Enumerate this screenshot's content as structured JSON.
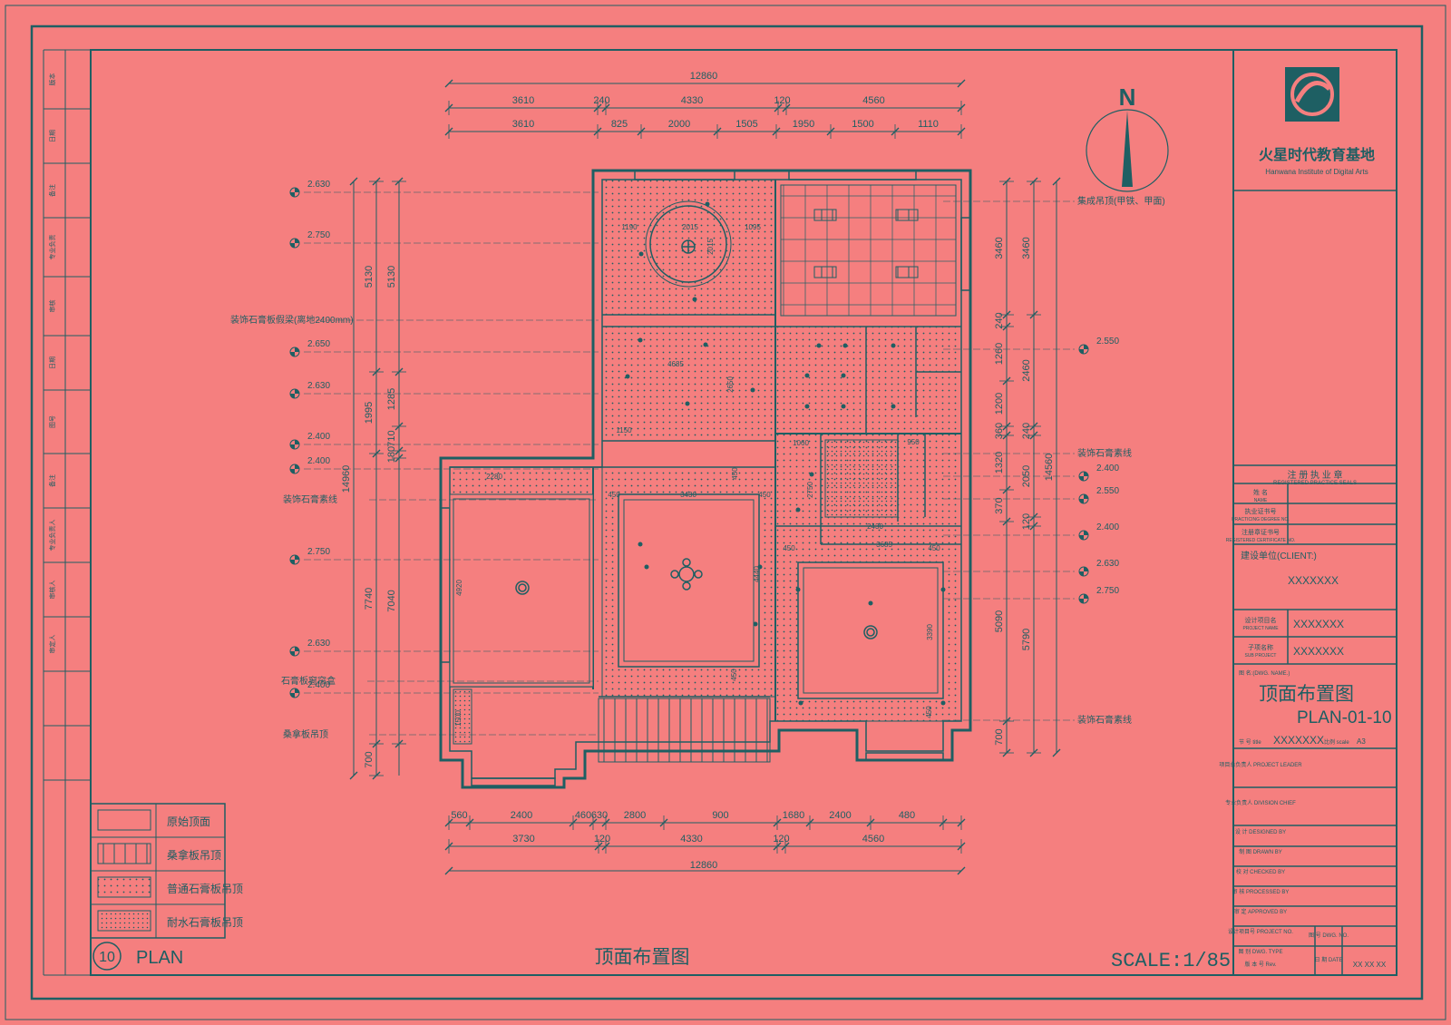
{
  "colors": {
    "background": "#f57f7f",
    "line": "#1e5f63"
  },
  "icons": {
    "north_arrow": "north-arrow-icon",
    "logo": "studio-logo-icon"
  },
  "north_label": "N",
  "dims_top": {
    "overall": "12860",
    "row1": [
      "3610",
      "240",
      "4330",
      "120",
      "4560"
    ],
    "row2": [
      "3610",
      "825",
      "2000",
      "1505",
      "1950",
      "1500",
      "1110"
    ]
  },
  "dims_bottom": {
    "overall": "12860",
    "row1": [
      "560",
      "2400",
      "460",
      "630",
      "2800",
      "900",
      "1680",
      "2400",
      "480"
    ],
    "row2": [
      "3730",
      "120",
      "4330",
      "120",
      "4560"
    ]
  },
  "dims_left": {
    "overall": "14960",
    "col_a": [
      "5130",
      "1995",
      "7740",
      "700"
    ],
    "col_b": [
      "5130",
      "1285",
      "710",
      "180",
      "7040"
    ]
  },
  "dims_right": {
    "overall": "14560",
    "col_a": [
      "3460",
      "240",
      "1260",
      "1200",
      "360",
      "1320",
      "370",
      "5090",
      "700"
    ],
    "col_b": [
      "3460",
      "2460",
      "240",
      "2050",
      "120",
      "5790"
    ]
  },
  "levels_left": [
    "2.630",
    "2.750",
    "2.650",
    "2.630",
    "2.400",
    "2.400",
    "2.750",
    "2.630",
    "2.400"
  ],
  "levels_right": [
    "2.550",
    "2.400",
    "2.550",
    "2.400",
    "2.630",
    "2.750"
  ],
  "callouts_left": [
    "装饰石膏板假梁(离地2400mm)",
    "装饰石膏素线",
    "石膏板窗帘盒",
    "桑拿板吊顶"
  ],
  "callouts_right": [
    "集成吊顶(甲铁、甲面)",
    "装饰石膏素线",
    "装饰石膏素线"
  ],
  "room_dims": [
    "1190",
    "2015",
    "1095",
    "2015",
    "4685",
    "2650",
    "1150",
    "2280",
    "450",
    "3430",
    "450",
    "450",
    "4920",
    "4440",
    "1060",
    "2750",
    "950",
    "2430",
    "3685",
    "450",
    "450",
    "3390",
    "1500",
    "450",
    "450"
  ],
  "legend": [
    "原始顶面",
    "桑拿板吊顶",
    "普通石膏板吊顶",
    "耐水石膏板吊顶"
  ],
  "footer": {
    "drawing_no": "10",
    "plan": "PLAN",
    "title": "顶面布置图",
    "scale": "SCALE:1/85"
  },
  "left_strip": [
    "版本",
    "日期",
    "备注",
    "专业负责",
    "审核",
    "日期",
    "图号",
    "备注",
    "专业负责人",
    "审核人",
    "审定人"
  ],
  "title_block": {
    "org_cn": "火星时代教育基地",
    "org_en": "Hanwana Institute of Digital Arts",
    "registered_cn": "注 册 执 业 章",
    "registered_en": "REGISTERED PRACTICE SEALS",
    "name_label": "姓 名",
    "name_en": "NAME",
    "reg_no_label": "执业证书号",
    "reg_no_en": "PRACTICING DEGREE NO.",
    "cert_label": "注册章证书号",
    "cert_en": "REGISTERED CERTIFICATE NO.",
    "client_label": "建设单位(CLIENT:)",
    "client_value": "XXXXXXX",
    "project_label": "设计项目名",
    "project_en": "PROJECT NAME",
    "project_value": "XXXXXXX",
    "sub_label": "子项名称",
    "sub_en": "SUB PROJECT",
    "sub_value": "XXXXXXX",
    "dwg_label": "图 名:(DWG. NAME.)",
    "dwg_title": "顶面布置图",
    "dwg_code": "PLAN-01-10",
    "title_label": "节 号 title",
    "title_value": "XXXXXXX",
    "scale_label": "比例 scale",
    "scale_value": "A3",
    "sign_rows": [
      "项目总负责人 PROJECT LEADER",
      "专业负责人 DIVISION CHIEF",
      "设 计 DESIGNED BY",
      "制 图 DRAWN BY",
      "校 对 CHECKED BY",
      "审 核 PROCESSED BY",
      "审 定 APPROVED BY",
      "设计项目号 PROJECT NO.",
      "图 别 DWG. TYPE",
      "版 本 号 Rev."
    ],
    "dwg_no_label": "图 号 DWG. NO.",
    "date_label": "日 期 DATE",
    "date_value": "XX XX XX"
  }
}
